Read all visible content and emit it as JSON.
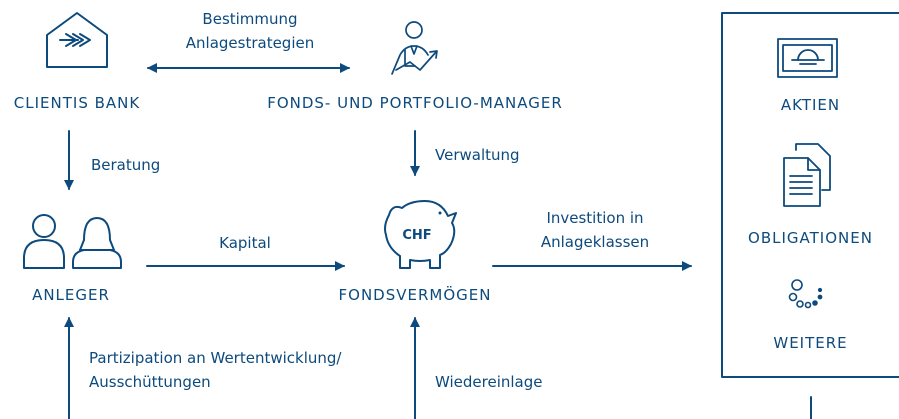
{
  "colors": {
    "primary": "#0d4a7d"
  },
  "nodes": {
    "bank": {
      "label": "CLIENTIS BANK",
      "icon": "bank-house-icon"
    },
    "manager": {
      "label": "FONDS- UND PORTFOLIO-MANAGER",
      "icon": "portfolio-manager-icon"
    },
    "investor": {
      "label": "ANLEGER",
      "icon": "investors-icon"
    },
    "fund": {
      "label": "FONDSVERMÖGEN",
      "icon": "piggy-bank-icon",
      "icon_text": "CHF"
    },
    "asset_classes": [
      {
        "label": "AKTIEN",
        "icon": "banknote-icon"
      },
      {
        "label": "OBLIGATIONEN",
        "icon": "documents-icon"
      },
      {
        "label": "WEITERE",
        "icon": "dots-circle-icon"
      }
    ]
  },
  "edges": {
    "strategy": {
      "lines": [
        "Bestimmung",
        "Anlagestrategien"
      ]
    },
    "advice": {
      "label": "Beratung"
    },
    "administration": {
      "label": "Verwaltung"
    },
    "capital": {
      "label": "Kapital"
    },
    "investment": {
      "lines": [
        "Investition in",
        "Anlageklassen"
      ]
    },
    "participation": {
      "lines": [
        "Partizipation an Wertentwicklung/",
        "Ausschüttungen"
      ]
    },
    "reinvestment": {
      "label": "Wiedereinlage"
    }
  }
}
